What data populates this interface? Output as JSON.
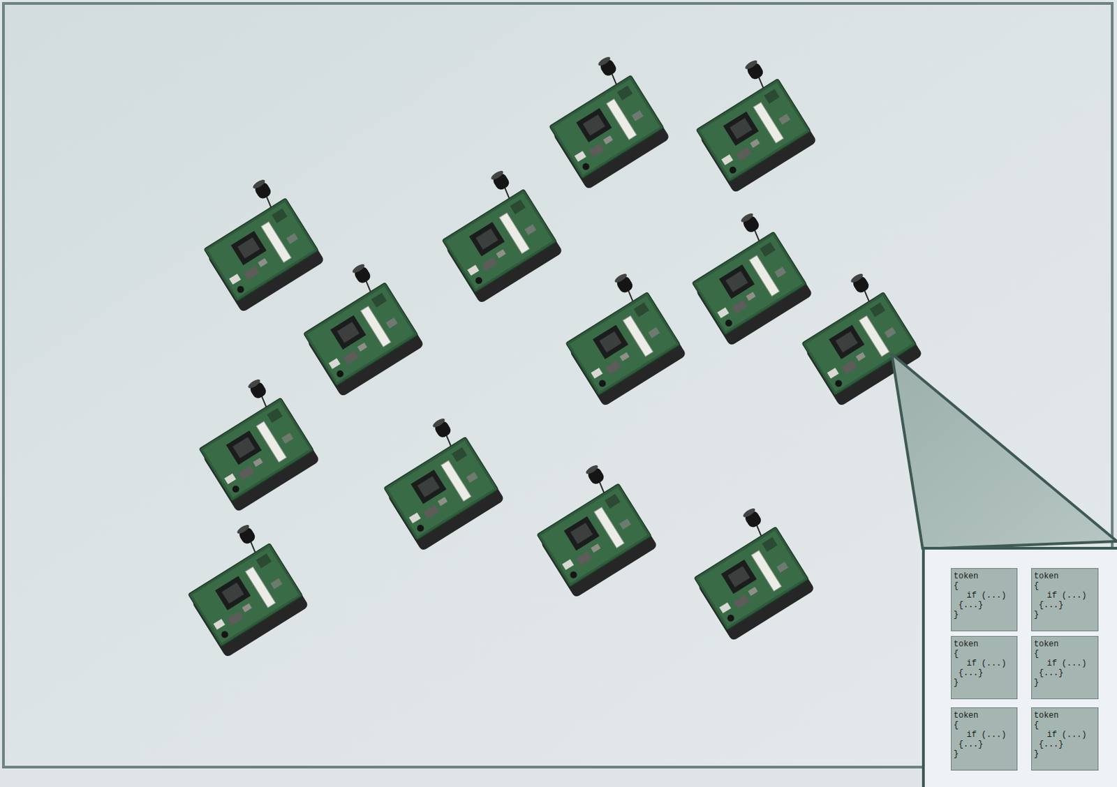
{
  "diagram": {
    "nodes": [
      {
        "text": [
          "token",
          "{",
          "if (...)",
          "{...}",
          "}"
        ]
      },
      {
        "text": [
          "token",
          "{",
          "if (...)",
          "{...}",
          "}"
        ]
      },
      {
        "text": [
          "token",
          "{",
          "if (...)",
          "{...}",
          "}"
        ]
      },
      {
        "text": [
          "token",
          "{",
          "if (...)",
          "{...}",
          "}"
        ]
      },
      {
        "text": [
          "token",
          "{",
          "if (...)",
          "{...}",
          "}"
        ]
      },
      {
        "text": [
          "token",
          "{",
          "if (...)",
          "{...}",
          "}"
        ]
      }
    ]
  }
}
